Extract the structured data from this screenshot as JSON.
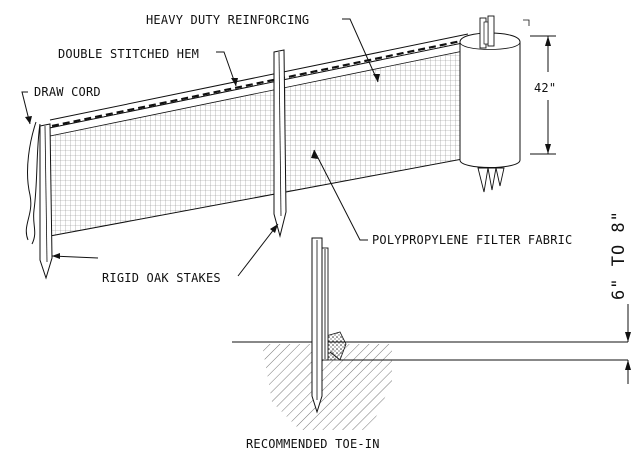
{
  "labels": {
    "heavy_duty": "HEAVY DUTY REINFORCING",
    "double_stitched": "DOUBLE STITCHED HEM",
    "draw_cord": "DRAW CORD",
    "height": "42\"",
    "filter_fabric": "POLYPROPYLENE FILTER FABRIC",
    "oak_stakes": "RIGID OAK STAKES",
    "toe_in_depth": "6\" TO 8\"",
    "toe_in_caption": "RECOMMENDED TOE-IN"
  },
  "colors": {
    "ink": "#111111",
    "paper": "#ffffff",
    "mesh": "#8a8a8a",
    "hatch": "#555555"
  }
}
